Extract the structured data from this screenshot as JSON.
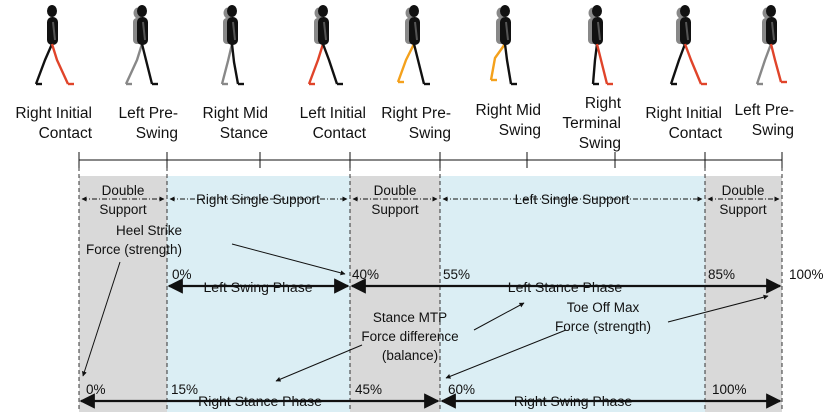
{
  "phases": [
    {
      "lines": [
        "Right Initial",
        "Contact"
      ]
    },
    {
      "lines": [
        "Left Pre-",
        "Swing"
      ]
    },
    {
      "lines": [
        "Right Mid",
        "Stance"
      ]
    },
    {
      "lines": [
        "Left Initial",
        "Contact"
      ]
    },
    {
      "lines": [
        "Right Pre-",
        "Swing"
      ]
    },
    {
      "lines": [
        "Right Mid",
        "Swing"
      ]
    },
    {
      "lines": [
        "Right",
        "Terminal",
        "Swing"
      ]
    },
    {
      "lines": [
        "Right Initial",
        "Contact"
      ]
    },
    {
      "lines": [
        "Left Pre-",
        "Swing"
      ]
    }
  ],
  "support_bands": [
    {
      "lines": [
        "Double",
        "Support"
      ]
    },
    {
      "lines": [
        "Right Single Support"
      ]
    },
    {
      "lines": [
        "Double",
        "Support"
      ]
    },
    {
      "lines": [
        "Left Single Support"
      ]
    },
    {
      "lines": [
        "Double",
        "Support"
      ]
    }
  ],
  "left_phase": {
    "percents": [
      "0%",
      "40%",
      "55%",
      "85%",
      "100%"
    ],
    "swing_label": "Left Swing Phase",
    "stance_label": "Left Stance Phase"
  },
  "right_phase": {
    "percents": [
      "0%",
      "15%",
      "45%",
      "60%",
      "100%"
    ],
    "stance_label": "Right Stance Phase",
    "swing_label": "Right Swing Phase"
  },
  "annotations": {
    "heel_strike": [
      "Heel Strike",
      "Force (strength)"
    ],
    "stance_mtp": [
      "Stance MTP",
      "Force difference",
      "(balance)"
    ],
    "toe_off": [
      "Toe Off Max",
      "Force (strength)"
    ]
  },
  "colors": {
    "double_support": "#d9d9d9",
    "single_support": "#dbeef4",
    "right_leg": "#e0442a",
    "right_leg_alt": "#f4a11c",
    "left_leg": "#111111",
    "body_gray": "#888888"
  }
}
